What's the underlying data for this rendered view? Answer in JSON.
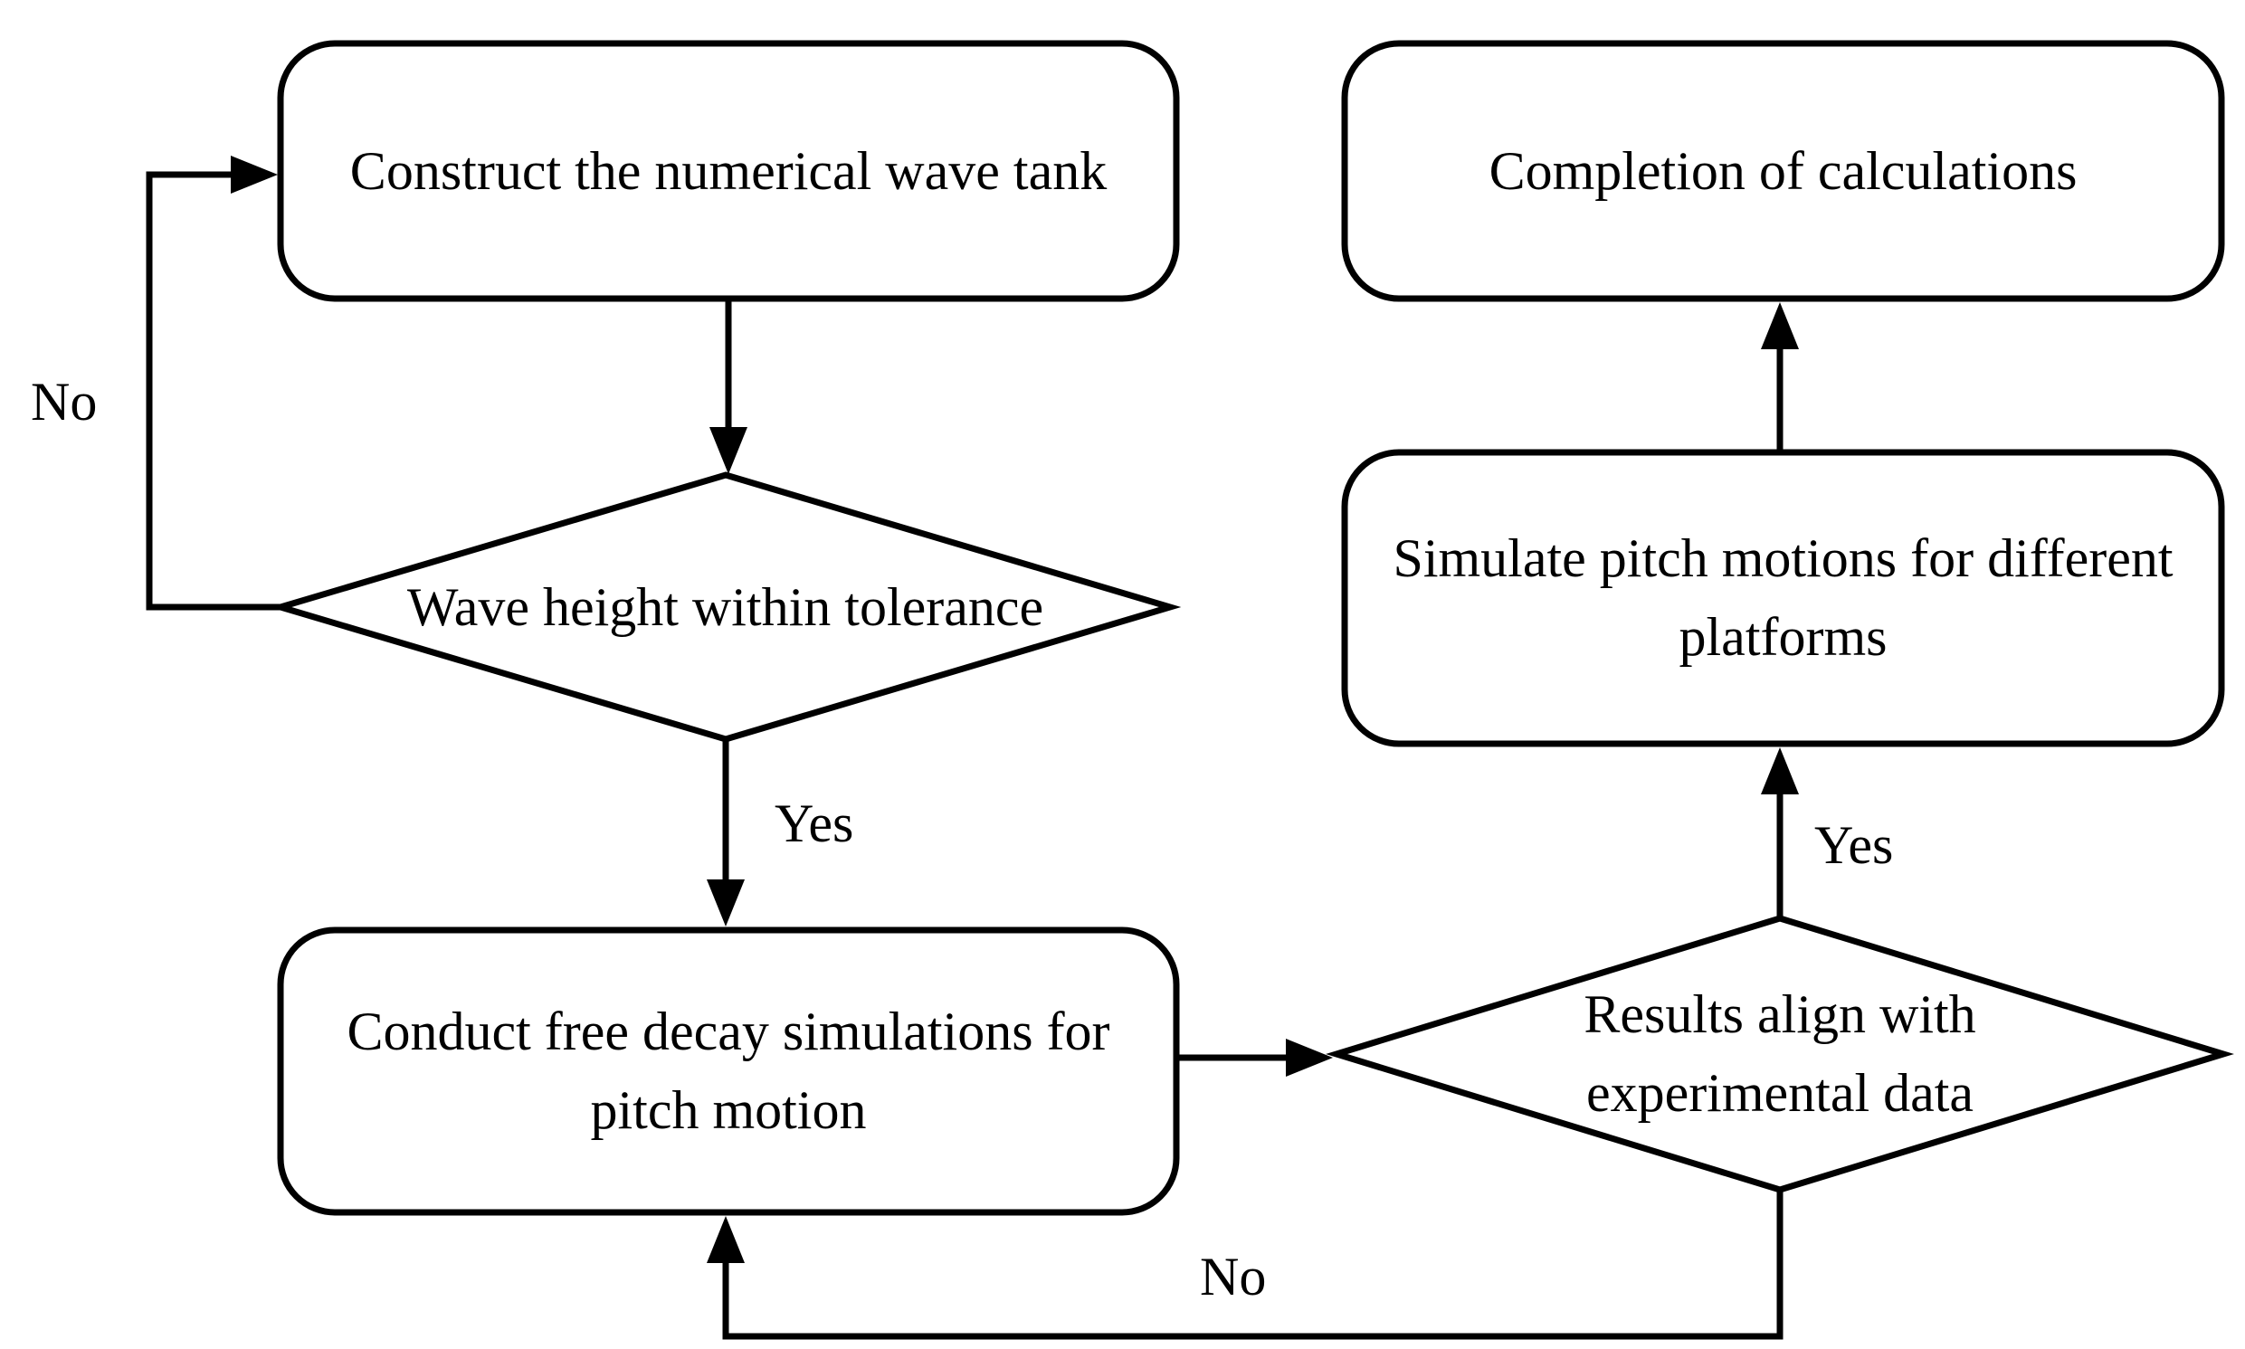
{
  "nodes": {
    "construct": {
      "shape": "rounded-rect",
      "label": "Construct the numerical wave tank"
    },
    "wave_height": {
      "shape": "diamond",
      "label": "Wave height within tolerance"
    },
    "free_decay": {
      "shape": "rounded-rect",
      "label": "Conduct free decay simulations for\npitch motion"
    },
    "results_align": {
      "shape": "diamond",
      "label": "Results align with\nexperimental data"
    },
    "simulate_pitch": {
      "shape": "rounded-rect",
      "label": "Simulate pitch motions for different\nplatforms"
    },
    "completion": {
      "shape": "rounded-rect",
      "label": "Completion of calculations"
    }
  },
  "edge_labels": {
    "no_left": "No",
    "yes_left": "Yes",
    "yes_right": "Yes",
    "no_bottom": "No"
  },
  "edges": [
    {
      "from": "construct",
      "to": "wave_height"
    },
    {
      "from": "wave_height",
      "to": "construct",
      "label": "No"
    },
    {
      "from": "wave_height",
      "to": "free_decay",
      "label": "Yes"
    },
    {
      "from": "free_decay",
      "to": "results_align"
    },
    {
      "from": "results_align",
      "to": "simulate_pitch",
      "label": "Yes"
    },
    {
      "from": "simulate_pitch",
      "to": "completion"
    },
    {
      "from": "results_align",
      "to": "free_decay",
      "label": "No"
    }
  ],
  "colors": {
    "background": "#ffffff",
    "stroke": "#000000",
    "text": "#000000"
  }
}
